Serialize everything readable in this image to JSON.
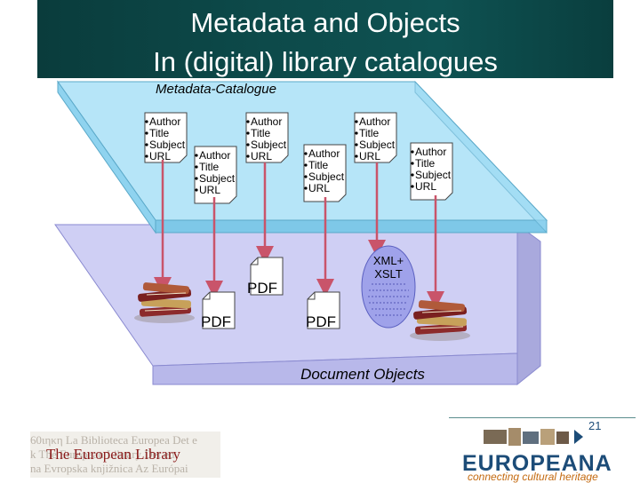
{
  "header": {
    "title_line1": "Metadata and Objects",
    "title_line2": "In (digital) library catalogues"
  },
  "catalogue_plane": {
    "label": "Metadata-Catalogue"
  },
  "objects_plane": {
    "label": "Document Objects"
  },
  "metadata_cards": [
    {
      "fields": [
        "Author",
        "Title",
        "Subject",
        "URL"
      ]
    },
    {
      "fields": [
        "Author",
        "Title",
        "Subject",
        "URL"
      ]
    },
    {
      "fields": [
        "Author",
        "Title",
        "Subject",
        "URL"
      ]
    },
    {
      "fields": [
        "Author",
        "Title",
        "Subject",
        "URL"
      ]
    },
    {
      "fields": [
        "Author",
        "Title",
        "Subject",
        "URL"
      ]
    },
    {
      "fields": [
        "Author",
        "Title",
        "Subject",
        "URL"
      ]
    }
  ],
  "objects": {
    "pdf_left": "PDF",
    "pdf_middle": "PDF",
    "pdf_right": "PDF",
    "xml_line1": "XML+",
    "xml_line2": "XSLT"
  },
  "footer": {
    "library_name": "The European Library",
    "library_bg_row1": "60ιηκη La Biblioteca Europea Det e",
    "library_bg_row2": "k The European Library Det eu",
    "library_bg_row3": "na Evropska knjižnica Az Európai",
    "europeana_name": "EUROPEANA",
    "europeana_tagline": "connecting cultural heritage",
    "page_number": "21"
  },
  "colors": {
    "title_bg": "#0d4848",
    "catalogue_plane": "#a9e1f7",
    "objects_plane": "#cfcff4",
    "arrow": "#c9546a",
    "xml_ellipse": "#9fa2ea"
  }
}
